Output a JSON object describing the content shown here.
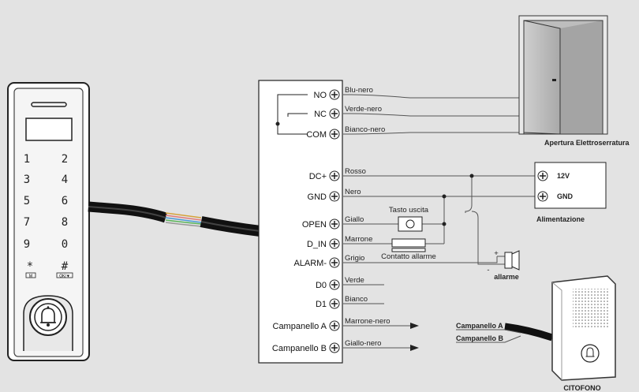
{
  "keypad": {
    "keys": [
      "1",
      "2",
      "3",
      "4",
      "5",
      "6",
      "7",
      "8",
      "9",
      "0",
      "*",
      "#"
    ],
    "sublabels": [
      "M",
      "OK/▼"
    ]
  },
  "terminals": [
    "NO",
    "NC",
    "COM",
    "DC+",
    "GND",
    "OPEN",
    "D_IN",
    "ALARM-",
    "D0",
    "D1",
    "Campanello A",
    "Campanello B"
  ],
  "wires": [
    "Blu-nero",
    "Verde-nero",
    "Bianco-nero",
    "Rosso",
    "Nero",
    "Giallo",
    "Marrone",
    "Grigio",
    "Verde",
    "Bianco",
    "Marrone-nero",
    "Giallo-nero"
  ],
  "labels": {
    "door": "Apertura Elettroserratura",
    "exit_button": "Tasto uscita",
    "alarm_contact": "Contatto allarme",
    "supply_12v": "12V",
    "supply_gnd": "GND",
    "supply": "Alimentazione",
    "alarm": "allarme",
    "alarm_plus": "+",
    "alarm_minus": "-",
    "intercom_a": "Campanello A",
    "intercom_b": "Campanello B",
    "intercom": "CITOFONO"
  }
}
